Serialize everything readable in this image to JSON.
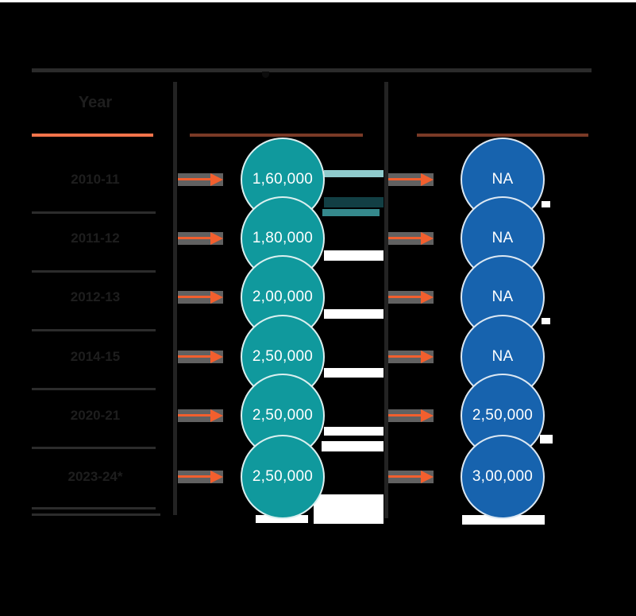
{
  "table": {
    "header_label": "Year"
  },
  "rows": [
    {
      "year": "2010-11",
      "old_value": "1,60,000",
      "new_value": "NA"
    },
    {
      "year": "2011-12",
      "old_value": "1,80,000",
      "new_value": "NA"
    },
    {
      "year": "2012-13",
      "old_value": "2,00,000",
      "new_value": "NA"
    },
    {
      "year": "2014-15",
      "old_value": "2,50,000",
      "new_value": "NA"
    },
    {
      "year": "2020-21",
      "old_value": "2,50,000",
      "new_value": "2,50,000"
    },
    {
      "year": "2023-24*",
      "old_value": "2,50,000",
      "new_value": "3,00,000"
    }
  ],
  "colors": {
    "teal_circle": "#10999D",
    "blue_circle": "#1763AE",
    "arrow_orange": "#F25F2E",
    "header_rule_orange": "#F3744B",
    "circle_text": "#FFFFFF",
    "divider_dark": "#2C2C2C",
    "background": "#000000"
  },
  "chart_data": {
    "type": "table",
    "title": "",
    "categories": [
      "2010-11",
      "2011-12",
      "2012-13",
      "2014-15",
      "2020-21",
      "2023-24*"
    ],
    "series": [
      {
        "name": "teal-left-column",
        "values": [
          "1,60,000",
          "1,80,000",
          "2,00,000",
          "2,50,000",
          "2,50,000",
          "2,50,000"
        ]
      },
      {
        "name": "blue-right-column",
        "values": [
          "NA",
          "NA",
          "NA",
          "NA",
          "2,50,000",
          "3,00,000"
        ]
      }
    ],
    "layout": {
      "row_header_column": "Year",
      "row_separators": true,
      "value_marker": "overlapping circles with white stroke",
      "arrows": "orange right-pointing arrow before each circle"
    }
  }
}
